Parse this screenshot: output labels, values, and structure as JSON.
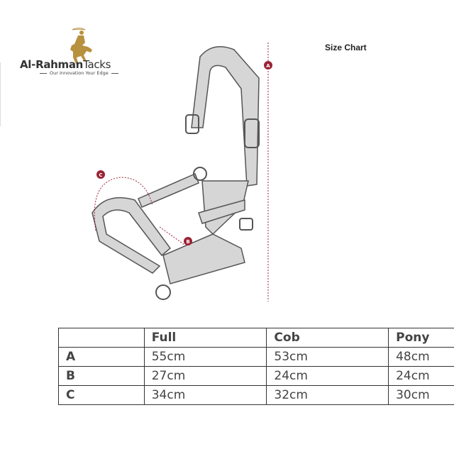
{
  "brand": {
    "name_bold": "Al-Rahman",
    "name_rest": "Tacks",
    "tagline": "Our Innovation Your Edge",
    "logo_color": "#b8913f"
  },
  "title": "Size Chart",
  "diagram_labels": {
    "a": "A",
    "b": "B",
    "c": "C",
    "marker_color": "#9b2335"
  },
  "table": {
    "headers": [
      "",
      "Full",
      "Cob",
      "Pony"
    ],
    "rows": [
      {
        "label": "A",
        "values": [
          "55cm",
          "53cm",
          "48cm"
        ]
      },
      {
        "label": "B",
        "values": [
          "27cm",
          "24cm",
          "24cm"
        ]
      },
      {
        "label": "C",
        "values": [
          "34cm",
          "32cm",
          "30cm"
        ]
      }
    ]
  }
}
